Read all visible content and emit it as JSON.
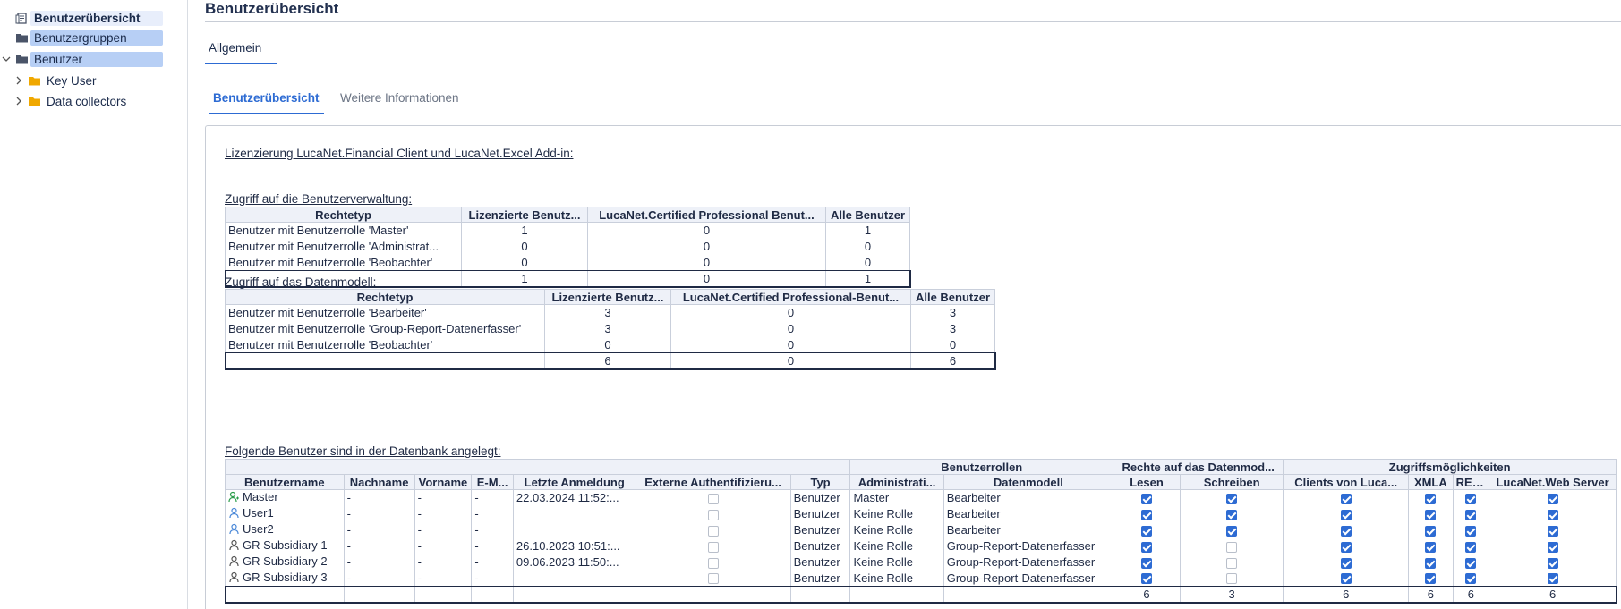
{
  "sidebar": {
    "items": [
      {
        "label": "Benutzerübersicht"
      },
      {
        "label": "Benutzergruppen"
      },
      {
        "label": "Benutzer"
      },
      {
        "label": "Key User"
      },
      {
        "label": "Data collectors"
      }
    ]
  },
  "main": {
    "title": "Benutzerübersicht",
    "tab": "Allgemein",
    "subtabs": [
      "Benutzerübersicht",
      "Weitere Informationen"
    ]
  },
  "sections": {
    "licensing": "Lizenzierung LucaNet.Financial Client und LucaNet.Excel Add-in:",
    "admin": "Zugriff auf die Benutzerverwaltung:",
    "datamodel": "Zugriff auf das Datenmodell:",
    "users": "Folgende Benutzer sind in der Datenbank angelegt:"
  },
  "admin_table": {
    "headers": [
      "Rechtetyp",
      "Lizenzierte Benutz...",
      "LucaNet.Certified Professional Benut...",
      "Alle Benutzer"
    ],
    "rows": [
      [
        "Benutzer mit Benutzerrolle 'Master'",
        "1",
        "0",
        "1"
      ],
      [
        "Benutzer mit Benutzerrolle 'Administrat...",
        "0",
        "0",
        "0"
      ],
      [
        "Benutzer mit Benutzerrolle 'Beobachter'",
        "0",
        "0",
        "0"
      ]
    ],
    "total": [
      "",
      "1",
      "0",
      "1"
    ]
  },
  "dm_table": {
    "headers": [
      "Rechtetyp",
      "Lizenzierte Benutz...",
      "LucaNet.Certified Professional-Benut...",
      "Alle Benutzer"
    ],
    "rows": [
      [
        "Benutzer mit Benutzerrolle 'Bearbeiter'",
        "3",
        "0",
        "3"
      ],
      [
        "Benutzer mit Benutzerrolle 'Group-Report-Datenerfasser'",
        "3",
        "0",
        "3"
      ],
      [
        "Benutzer mit Benutzerrolle 'Beobachter'",
        "0",
        "0",
        "0"
      ]
    ],
    "total": [
      "",
      "6",
      "0",
      "6"
    ]
  },
  "users_table": {
    "groups": {
      "roles": "Benutzerrollen",
      "rights": "Rechte auf das Datenmod...",
      "access": "Zugriffsmöglichkeiten"
    },
    "headers": [
      "Benutzername",
      "Nachname",
      "Vorname",
      "E-M...",
      "Letzte Anmeldung",
      "Externe Authentifizieru...",
      "Typ",
      "Administrati...",
      "Datenmodell",
      "Lesen",
      "Schreiben",
      "Clients von Luca...",
      "XMLA",
      "REST",
      "LucaNet.Web Server"
    ],
    "rows": [
      {
        "icon": "master-user-icon",
        "name": "Master",
        "last": "-",
        "first": "-",
        "email": "-",
        "login": "22.03.2024 11:52:...",
        "ext": false,
        "type": "Benutzer",
        "admin": "Master",
        "dm": "Bearbeiter",
        "read": true,
        "write": true,
        "clients": true,
        "xmla": true,
        "rest": true,
        "web": true
      },
      {
        "icon": "user-icon",
        "name": "User1",
        "last": "-",
        "first": "-",
        "email": "-",
        "login": "",
        "ext": false,
        "type": "Benutzer",
        "admin": "Keine Rolle",
        "dm": "Bearbeiter",
        "read": true,
        "write": true,
        "clients": true,
        "xmla": true,
        "rest": true,
        "web": true
      },
      {
        "icon": "user-icon",
        "name": "User2",
        "last": "-",
        "first": "-",
        "email": "-",
        "login": "",
        "ext": false,
        "type": "Benutzer",
        "admin": "Keine Rolle",
        "dm": "Bearbeiter",
        "read": true,
        "write": true,
        "clients": true,
        "xmla": true,
        "rest": true,
        "web": true
      },
      {
        "icon": "collector-user-icon",
        "name": "GR Subsidiary 1",
        "last": "-",
        "first": "-",
        "email": "-",
        "login": "26.10.2023 10:51:...",
        "ext": false,
        "type": "Benutzer",
        "admin": "Keine Rolle",
        "dm": "Group-Report-Datenerfasser",
        "read": true,
        "write": false,
        "clients": true,
        "xmla": true,
        "rest": true,
        "web": true
      },
      {
        "icon": "collector-user-icon",
        "name": "GR Subsidiary 2",
        "last": "-",
        "first": "-",
        "email": "-",
        "login": "09.06.2023 11:50:...",
        "ext": false,
        "type": "Benutzer",
        "admin": "Keine Rolle",
        "dm": "Group-Report-Datenerfasser",
        "read": true,
        "write": false,
        "clients": true,
        "xmla": true,
        "rest": true,
        "web": true
      },
      {
        "icon": "collector-user-icon",
        "name": "GR Subsidiary 3",
        "last": "-",
        "first": "-",
        "email": "-",
        "login": "",
        "ext": false,
        "type": "Benutzer",
        "admin": "Keine Rolle",
        "dm": "Group-Report-Datenerfasser",
        "read": true,
        "write": false,
        "clients": true,
        "xmla": true,
        "rest": true,
        "web": true
      }
    ],
    "totals": {
      "read": "6",
      "write": "3",
      "clients": "6",
      "xmla": "6",
      "rest": "6",
      "web": "6"
    }
  },
  "colors": {
    "accent": "#2d6bd3",
    "folder": "#f0a800",
    "selection": "#b7cff5"
  }
}
